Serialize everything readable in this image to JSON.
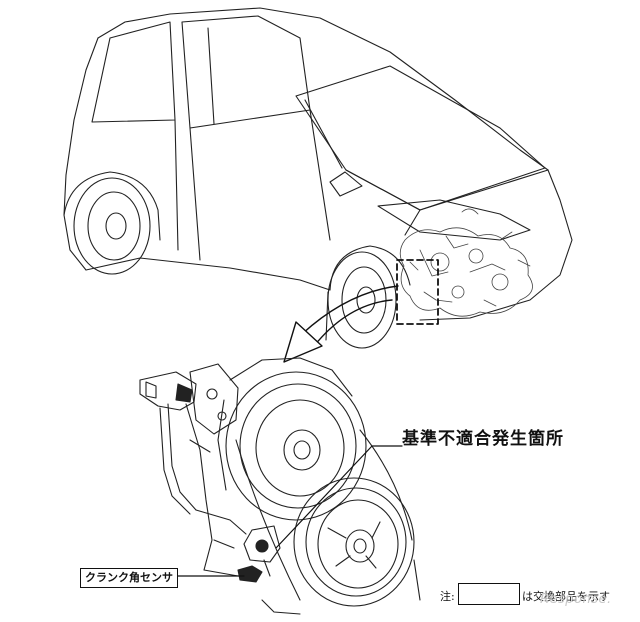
{
  "callout_main": "基準不適合発生箇所",
  "callout_sensor": "クランク角センサ",
  "note": {
    "prefix": "注:",
    "suffix": "は交換部品を示す"
  },
  "watermark": "Response."
}
